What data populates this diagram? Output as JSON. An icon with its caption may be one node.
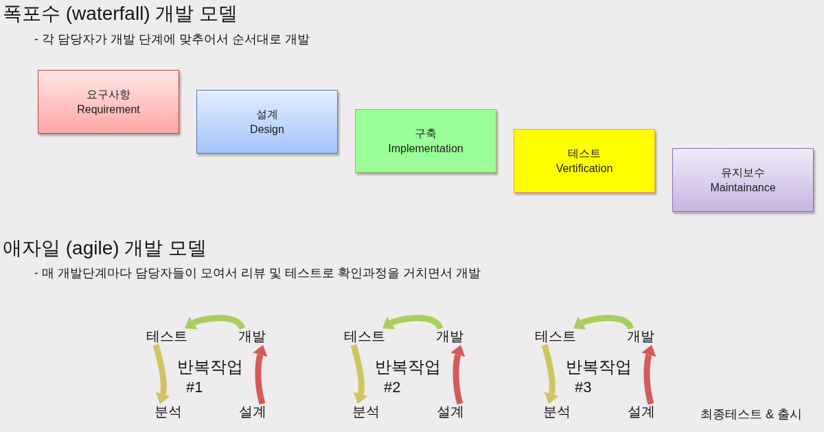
{
  "diagram": {
    "nodes": [
      {
        "text": [
          "요구사항",
          "Requirement"
        ]
      },
      {
        "text": [
          "설계",
          "Design"
        ]
      },
      {
        "text": [
          "구축",
          "Implementation"
        ]
      },
      {
        "text": [
          "테스트",
          "Vertification"
        ]
      },
      {
        "text": [
          "유지보수",
          "Maintainance"
        ]
      },
      {
        "text": [
          "테스트"
        ]
      },
      {
        "text": [
          "개발"
        ]
      },
      {
        "text": [
          "분석"
        ]
      },
      {
        "text": [
          "설계"
        ]
      },
      {
        "text": [
          "테스트"
        ]
      },
      {
        "text": [
          "개발"
        ]
      },
      {
        "text": [
          "분석"
        ]
      },
      {
        "text": [
          "설계"
        ]
      },
      {
        "text": [
          "테스트"
        ]
      },
      {
        "text": [
          "개발"
        ]
      },
      {
        "text": [
          "분석"
        ]
      },
      {
        "text": [
          "설계"
        ]
      }
    ],
    "edges": [
      {
        "from": 6,
        "to": 5,
        "arrow": "to",
        "color": "#a9cd5f"
      },
      {
        "from": 5,
        "to": 7,
        "arrow": "to",
        "color": "#d1c463"
      },
      {
        "from": 8,
        "to": 6,
        "arrow": "to",
        "color": "#d55b59"
      },
      {
        "from": 10,
        "to": 9,
        "arrow": "to",
        "color": "#a9cd5f"
      },
      {
        "from": 9,
        "to": 11,
        "arrow": "to",
        "color": "#d1c463"
      },
      {
        "from": 12,
        "to": 10,
        "arrow": "to",
        "color": "#d55b59"
      },
      {
        "from": 14,
        "to": 13,
        "arrow": "to",
        "color": "#a9cd5f"
      },
      {
        "from": 13,
        "to": 15,
        "arrow": "to",
        "color": "#d1c463"
      },
      {
        "from": 16,
        "to": 14,
        "arrow": "to",
        "color": "#d55b59"
      }
    ],
    "labels": [
      "폭포수 (waterfall) 개발 모델",
      "- 각 담당자가 개발 단계에 맞추어서 순서대로 개발",
      "애자일 (agile) 개발 모델",
      "- 매 개발단계마다 담당자들이 모여서 리뷰 및 테스트로 확인과정을 거치면서 개발",
      "반복작업",
      "#1",
      "반복작업",
      "#2",
      "반복작업",
      "#3",
      "최종테스트 & 출시"
    ]
  }
}
